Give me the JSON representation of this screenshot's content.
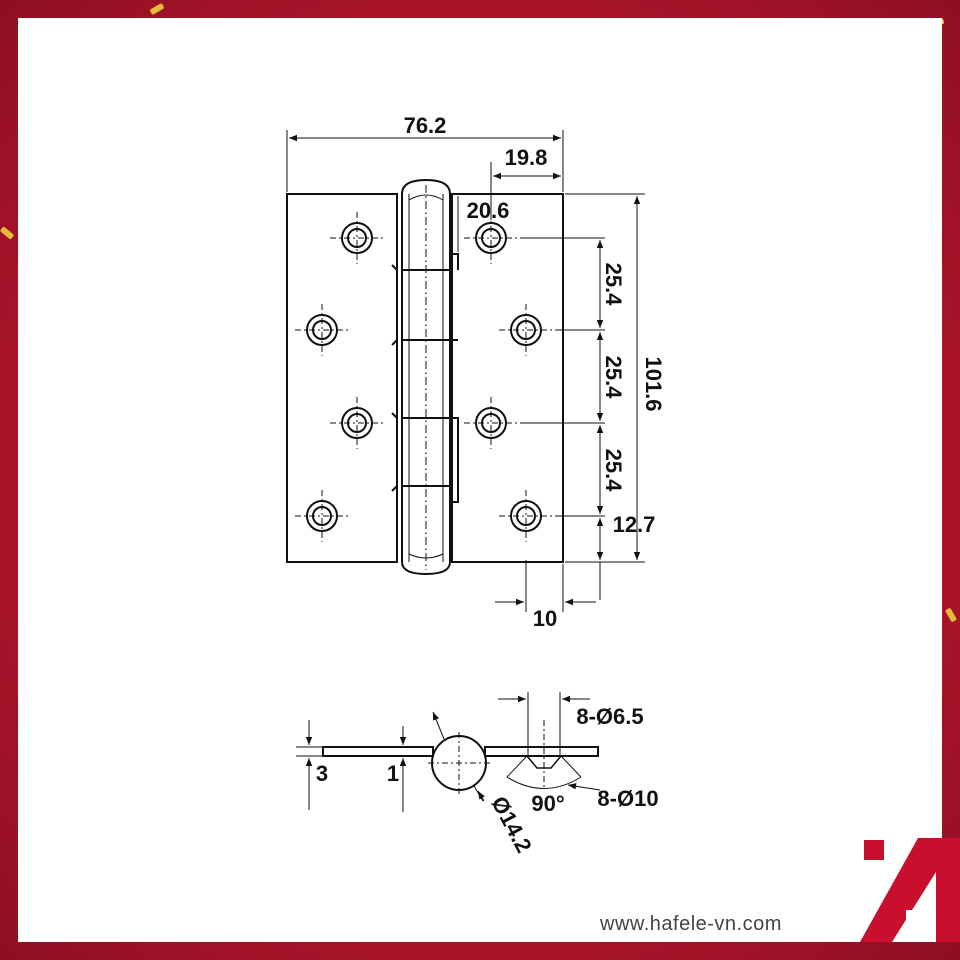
{
  "website": "www.hafele-vn.com",
  "brand_color": "#c8102e",
  "background_color": "#b11a2f",
  "front_view": {
    "overall_width": "76.2",
    "leaf_offset": "19.8",
    "pin_offset": "20.6",
    "spacing_1": "25.4",
    "spacing_2": "25.4",
    "spacing_3": "25.4",
    "edge_offset": "12.7",
    "overall_height": "101.6",
    "bottom_offset": "10"
  },
  "section_view": {
    "thickness_total": "3",
    "leaf_thickness": "1",
    "knuckle_diameter": "Ø14.2",
    "hole_small": "8-Ø6.5",
    "hole_large": "8-Ø10",
    "countersink_angle": "90°"
  }
}
